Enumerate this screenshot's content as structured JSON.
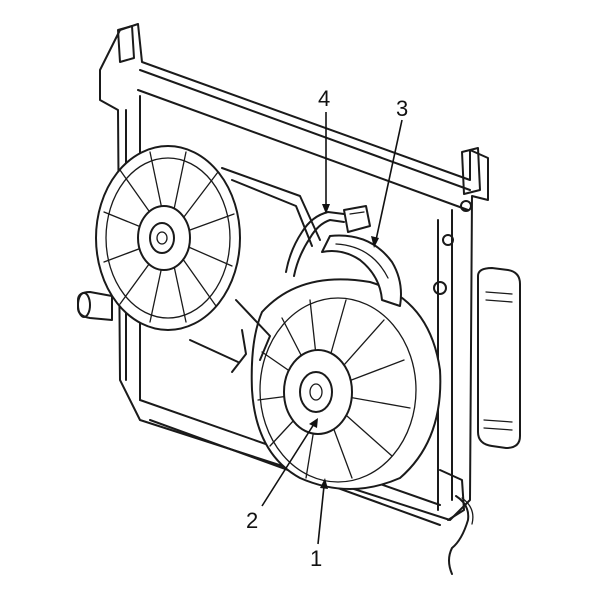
{
  "diagram": {
    "callouts": [
      {
        "id": "1",
        "label": "1"
      },
      {
        "id": "2",
        "label": "2"
      },
      {
        "id": "3",
        "label": "3"
      },
      {
        "id": "4",
        "label": "4"
      }
    ]
  },
  "colors": {
    "line": "#1a1a1a",
    "background": "#ffffff"
  }
}
